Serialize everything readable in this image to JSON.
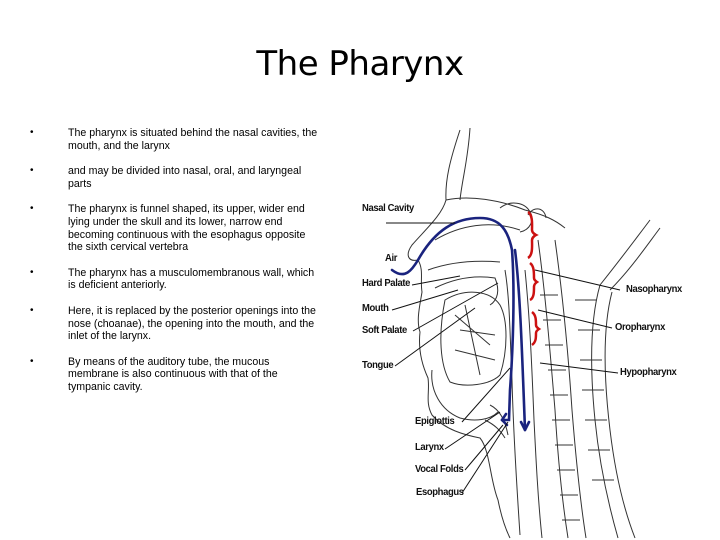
{
  "slide": {
    "title": "The Pharynx",
    "bullets": [
      "The pharynx is situated behind the nasal cavities, the mouth, and the larynx",
      "and may be divided into nasal, oral, and laryngeal parts",
      "The pharynx is funnel shaped, its upper, wider end lying under the skull and its lower, narrow end becoming continuous with the esophagus opposite the sixth cervical vertebra",
      "The pharynx has a musculomembranous wall, which is deficient anteriorly.",
      "Here, it is replaced by the posterior openings into the nose (choanae), the opening into the mouth, and the inlet of the larynx.",
      "By means of the auditory tube, the mucous membrane is also continuous with that of the tympanic cavity."
    ],
    "bullet_glyph": "•"
  },
  "diagram": {
    "description": "Sagittal section of head and neck showing airflow through the pharynx",
    "labels_left": {
      "nasal_cavity": "Nasal Cavity",
      "air": "Air",
      "hard_palate": "Hard Palate",
      "mouth": "Mouth",
      "soft_palate": "Soft Palate",
      "tongue": "Tongue",
      "epiglottis": "Epiglottis",
      "larynx": "Larynx",
      "vocal_folds": "Vocal Folds",
      "esophagus": "Esophagus"
    },
    "labels_right": {
      "nasopharynx": "Nasopharynx",
      "oropharynx": "Oropharynx",
      "hypopharynx": "Hypopharynx"
    },
    "colors": {
      "airflow": "#1a237e",
      "brackets": "#cc1111",
      "outline": "#333333"
    }
  }
}
